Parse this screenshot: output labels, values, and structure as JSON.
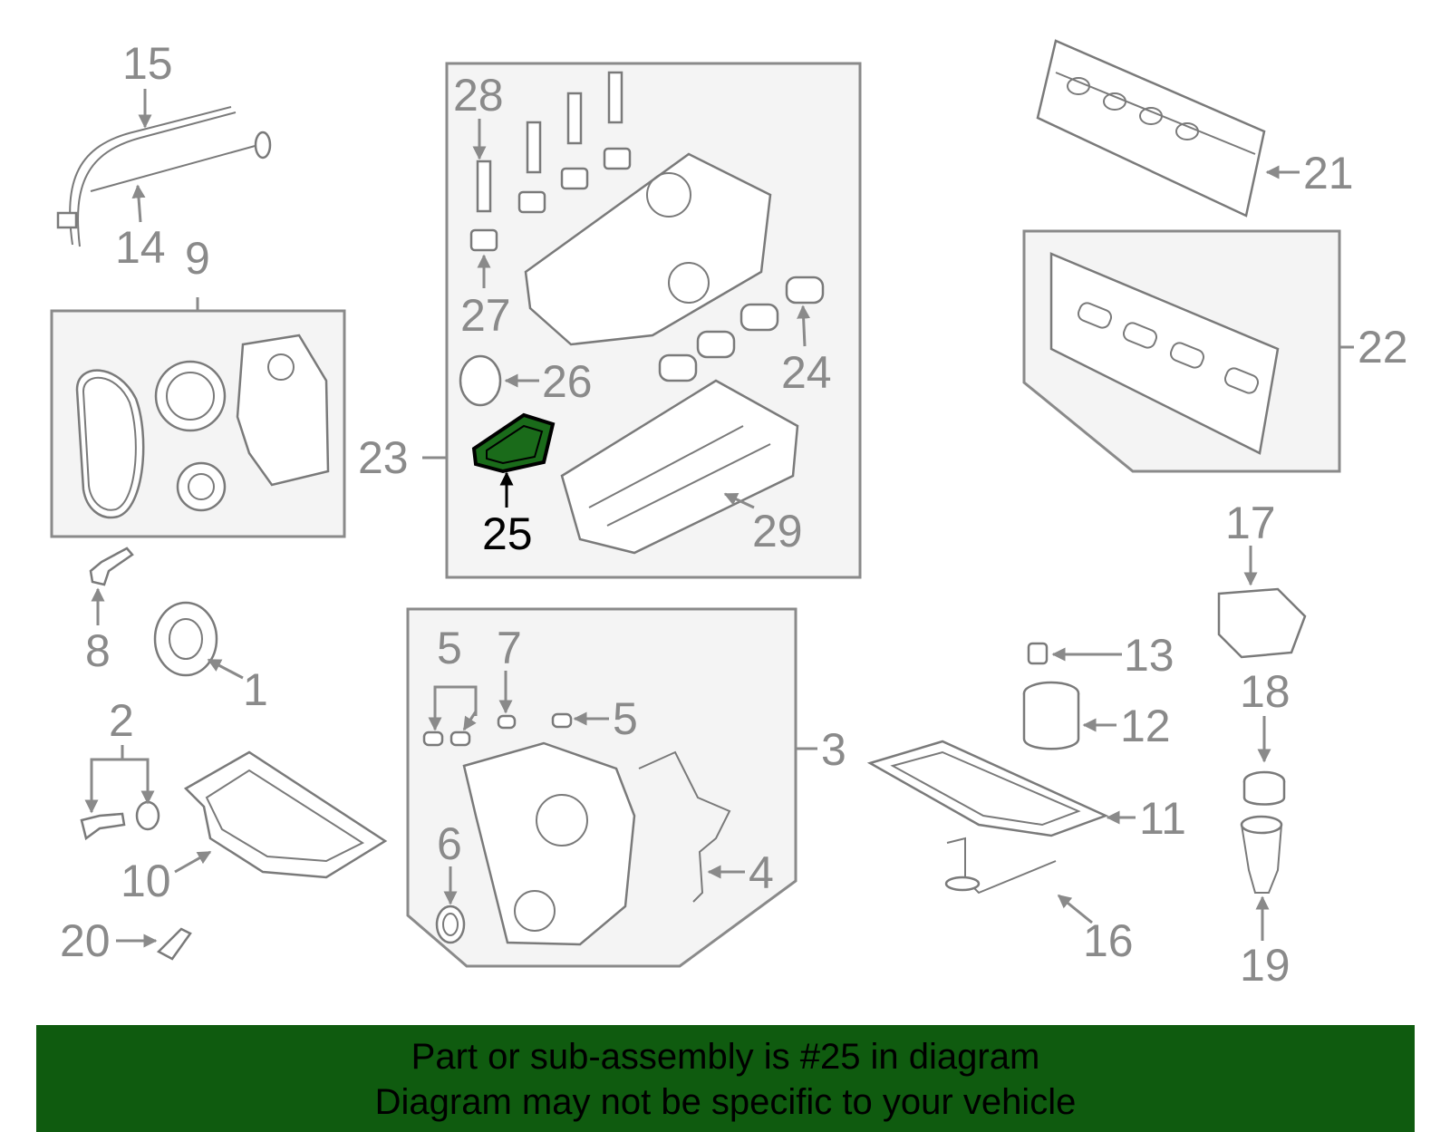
{
  "highlight_part": "25",
  "colors": {
    "banner": "#0f5b0f",
    "highlight_fill": "#1a6b1a",
    "part_lines": "#7a7a7a",
    "box_fill": "#f4f4f4"
  },
  "callouts": {
    "c1": "1",
    "c2": "2",
    "c3": "3",
    "c4": "4",
    "c5a": "5",
    "c5b": "5",
    "c6": "6",
    "c7": "7",
    "c8": "8",
    "c9": "9",
    "c10": "10",
    "c11": "11",
    "c12": "12",
    "c13": "13",
    "c14": "14",
    "c15": "15",
    "c16": "16",
    "c17": "17",
    "c18": "18",
    "c19": "19",
    "c20": "20",
    "c21": "21",
    "c22": "22",
    "c23": "23",
    "c24": "24",
    "c25": "25",
    "c26": "26",
    "c27": "27",
    "c28": "28",
    "c29": "29"
  },
  "banner": {
    "line1": "Part or sub-assembly is #25 in diagram",
    "line2": "Diagram may not be specific to your vehicle"
  }
}
